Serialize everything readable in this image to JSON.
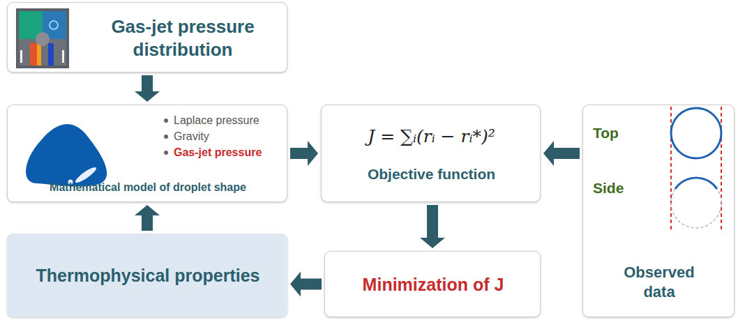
{
  "diagram": {
    "nodes": [
      {
        "text": [
          "Gas-jet pressure distribution"
        ]
      },
      {
        "text": [
          "Laplace pressure",
          "Gravity",
          "Gas-jet pressure",
          "Mathematical model of droplet shape"
        ]
      },
      {
        "text": [
          "J = ∑ᵢ(rᵢ − rᵢ*)²",
          "Objective function"
        ]
      },
      {
        "text": [
          "Top",
          "Side",
          "Observed data"
        ]
      },
      {
        "text": [
          "Thermophysical properties"
        ]
      },
      {
        "text": [
          "Minimization of J"
        ]
      }
    ],
    "edges": [
      {
        "from": 0,
        "to": 1,
        "arrow": "to"
      },
      {
        "from": 1,
        "to": 2,
        "arrow": "to"
      },
      {
        "from": 3,
        "to": 2,
        "arrow": "to"
      },
      {
        "from": 2,
        "to": 5,
        "arrow": "to"
      },
      {
        "from": 5,
        "to": 4,
        "arrow": "to"
      },
      {
        "from": 4,
        "to": 1,
        "arrow": "to"
      }
    ]
  }
}
